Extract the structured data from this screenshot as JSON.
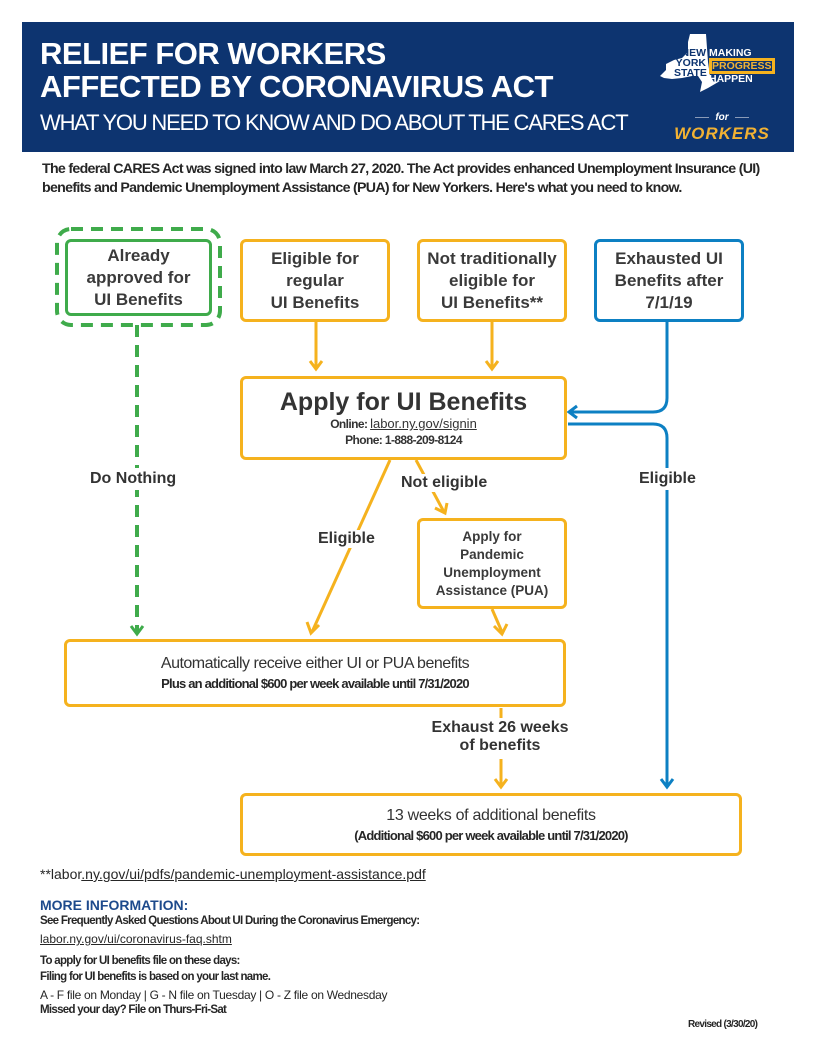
{
  "banner": {
    "title_line1": "RELIEF FOR WORKERS",
    "title_line2": "AFFECTED BY CORONAVIRUS  ACT",
    "subtitle": "WHAT YOU NEED TO KNOW AND DO ABOUT THE CARES ACT",
    "logo": {
      "state_lines": [
        "NEW",
        "YORK",
        "STATE"
      ],
      "slogan_lines": [
        "MAKING",
        "PROGRESS",
        "HAPPEN"
      ],
      "for": "for",
      "workers": "WORKERS"
    }
  },
  "intro": "The federal CARES Act was signed into law March 27, 2020. The Act provides enhanced Unemployment Insurance (UI) benefits and Pandemic Unemployment Assistance (PUA) for New Yorkers. Here's what you need to know.",
  "flow": {
    "start_boxes": [
      {
        "lines": [
          "Already",
          "approved for",
          "UI Benefits"
        ]
      },
      {
        "lines": [
          "Eligible for",
          "regular",
          "UI Benefits"
        ]
      },
      {
        "lines": [
          "Not traditionally",
          "eligible for",
          "UI Benefits**"
        ]
      },
      {
        "lines": [
          "Exhausted UI",
          "Benefits after",
          "7/1/19"
        ]
      }
    ],
    "apply": {
      "title": "Apply for UI Benefits",
      "online_label": "Online:",
      "online_link": "labor.ny.gov/signin",
      "phone": "Phone: 1-888-209-8124"
    },
    "labels": {
      "do_nothing": "Do Nothing",
      "not_eligible": "Not eligible",
      "eligible_left": "Eligible",
      "eligible_right": "Eligible",
      "exhaust_line1": "Exhaust 26 weeks",
      "exhaust_line2": "of benefits"
    },
    "pua": {
      "lines": [
        "Apply  for",
        "Pandemic",
        "Unemployment",
        "Assistance  (PUA)"
      ]
    },
    "auto": {
      "line1": "Automatically receive either UI  or PUA benefits",
      "line2": "Plus an additional $600  per week available until  7/31/2020"
    },
    "extra": {
      "line1": "13 weeks of additional benefits",
      "line2": "(Additional $600  per week available until 7/31/2020)"
    },
    "colors": {
      "yellow": "#f5b21e",
      "blue": "#0d80c3",
      "green": "#3fab4b",
      "navy": "#0d3470"
    }
  },
  "footer": {
    "footnote_prefix": "**labor",
    "footnote_link": ".ny.gov/ui/pdfs/pandemic-unemployment-assistance.pdf",
    "more_heading": "MORE INFORMATION:",
    "faq_text": "See Frequently Asked Questions  About UI During the Coronavirus   Emergency:",
    "faq_link": "labor.ny.gov/ui/coronavirus-faq.shtm",
    "days_intro": "To apply for UI benefits file on these days:",
    "days_basis": "Filing for UI benefits is based on your last name.",
    "days_schedule": "A - F file on Monday | G - N  file on Tuesday | O - Z  file on Wednesday",
    "missed": "Missed your day? File on Thurs-Fri-Sat",
    "revised": "Revised  (3/30/20)"
  }
}
